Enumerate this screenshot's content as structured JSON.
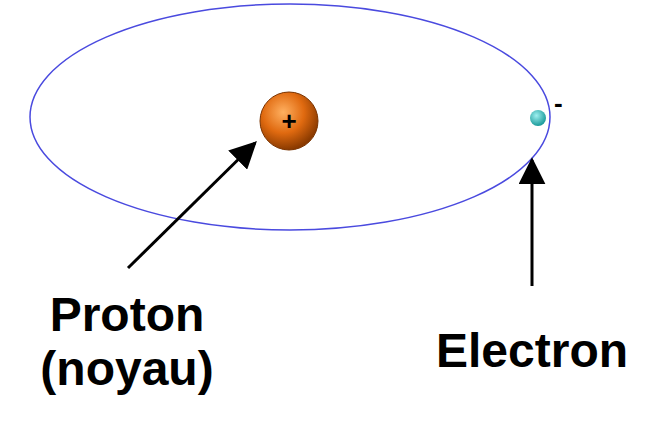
{
  "diagram": {
    "nodes": [
      {
        "text": [
          "+"
        ]
      },
      {
        "text": [
          "-"
        ]
      }
    ],
    "labels": [
      "Proton (noyau)",
      "Electron"
    ]
  }
}
